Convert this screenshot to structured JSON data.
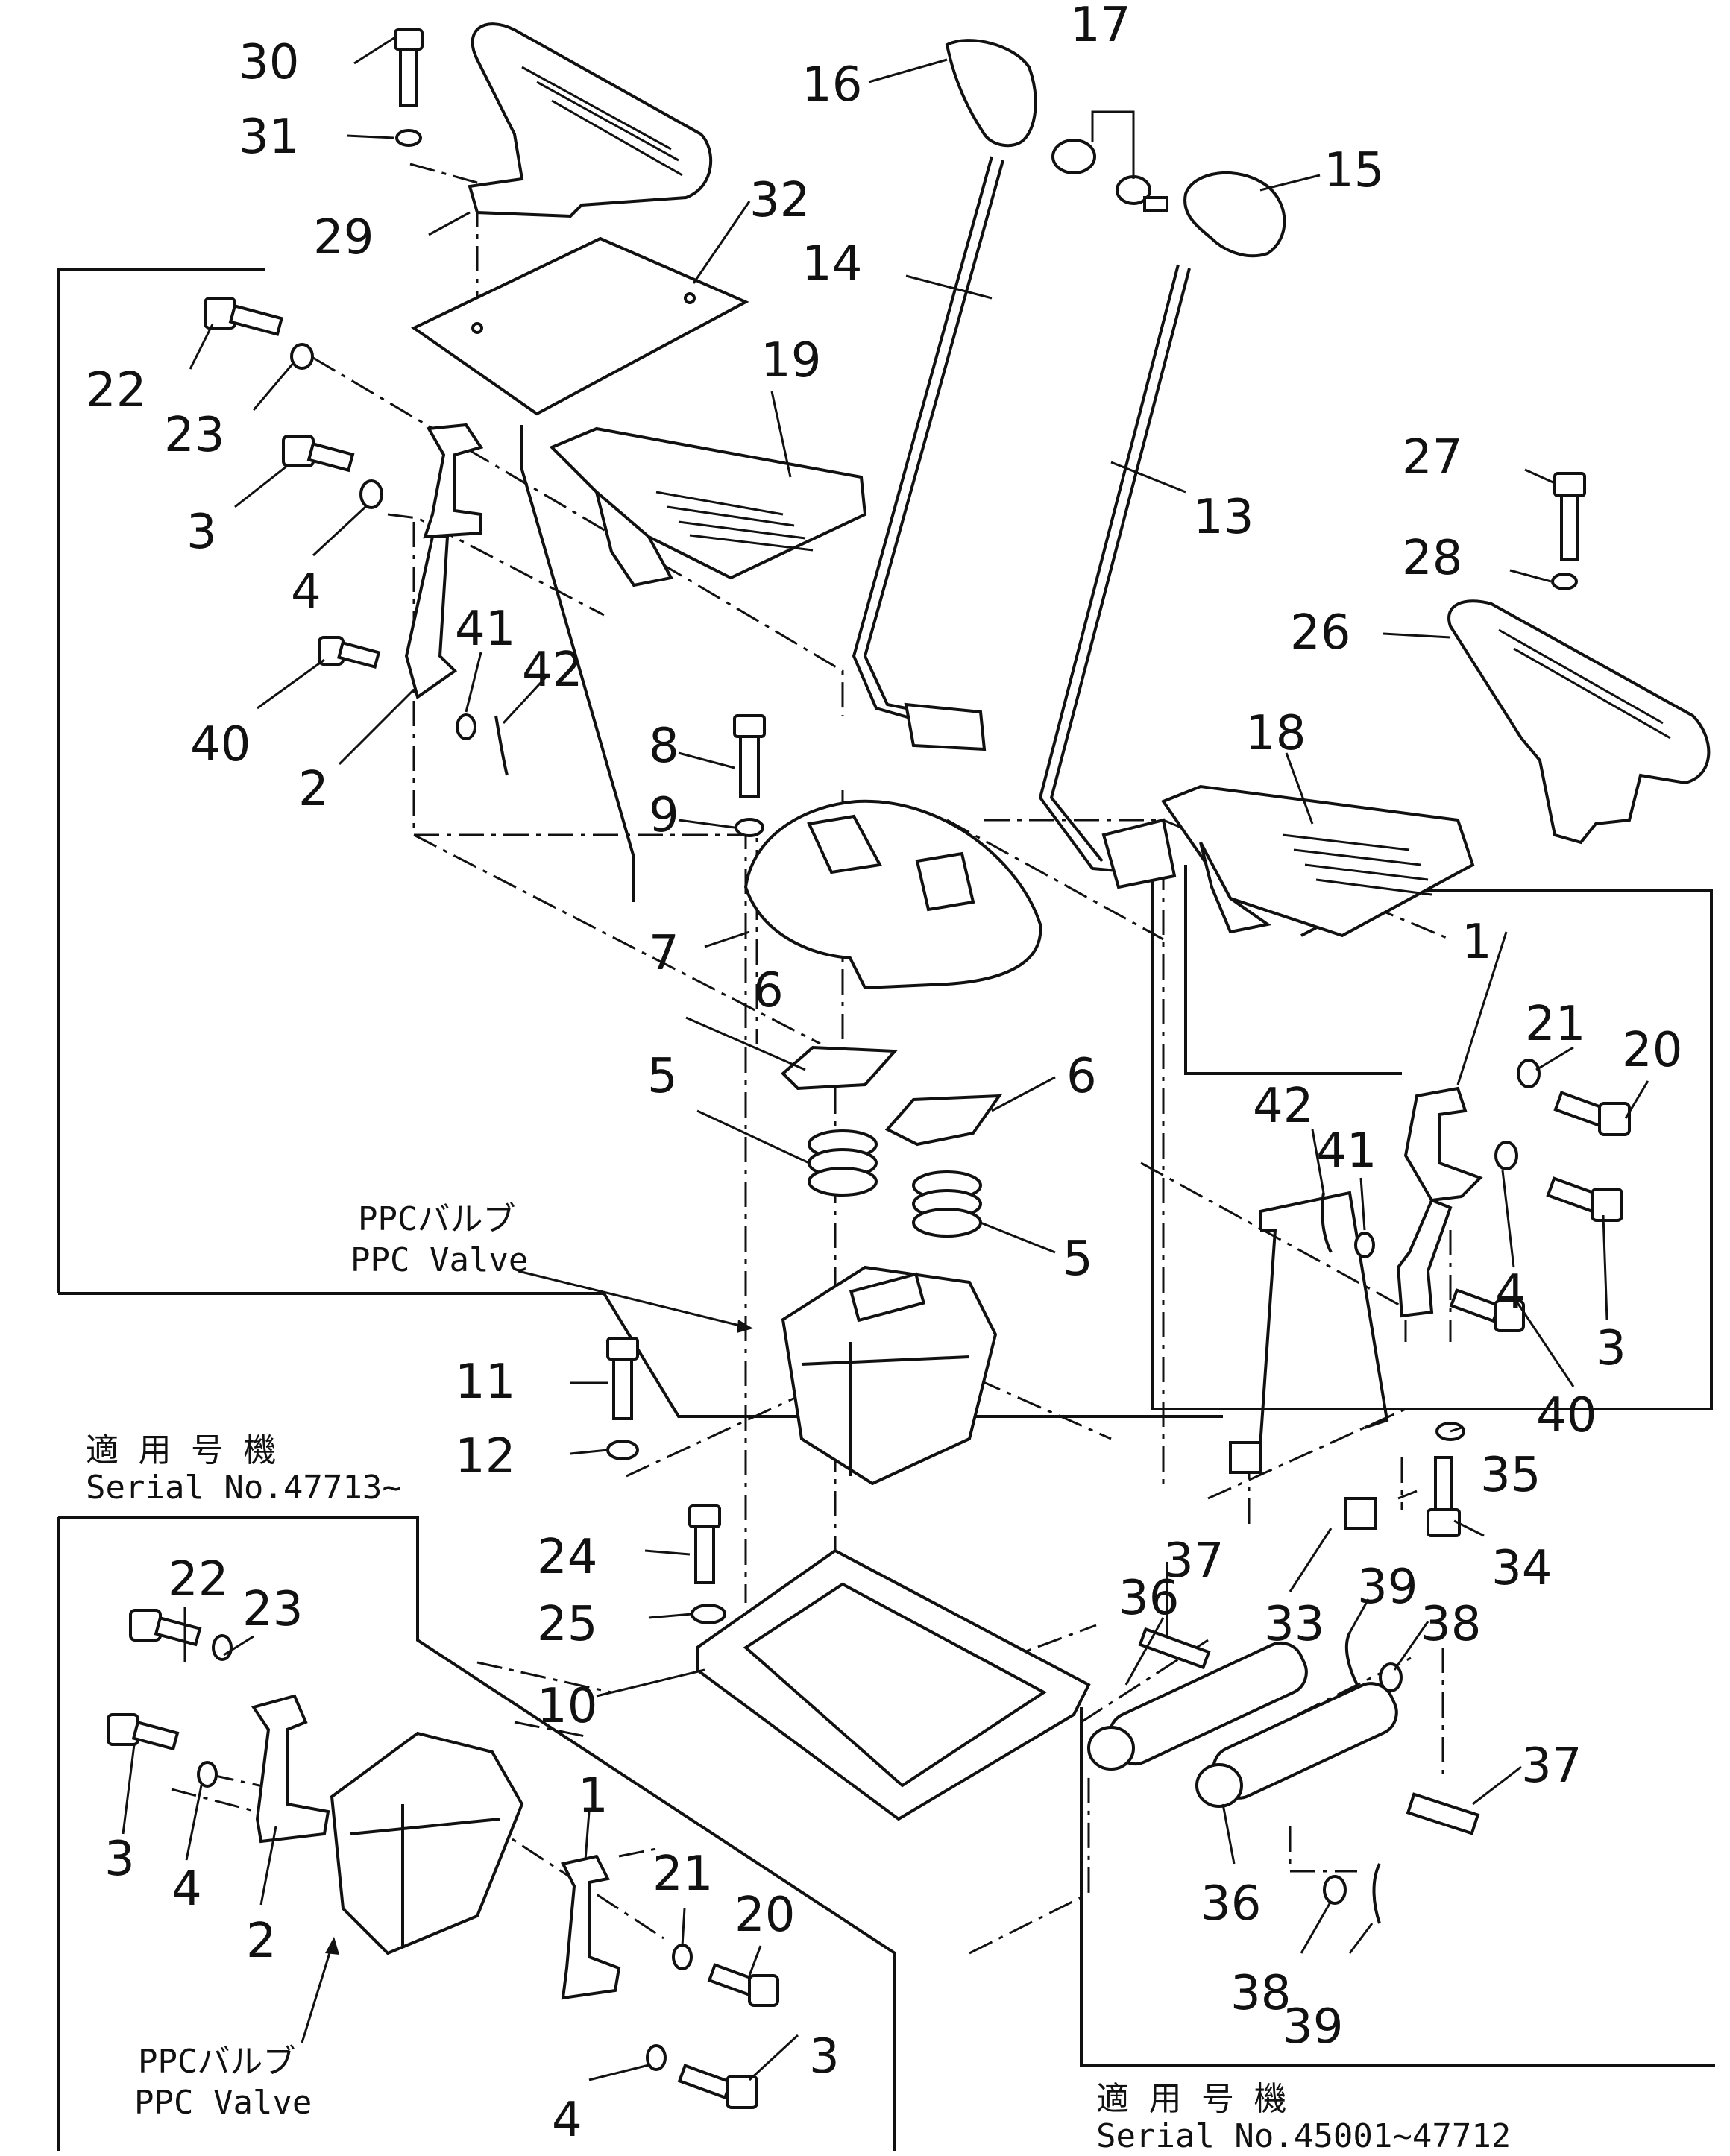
{
  "parts": [
    {
      "number": "1"
    },
    {
      "number": "1"
    },
    {
      "number": "2"
    },
    {
      "number": "2"
    },
    {
      "number": "3"
    },
    {
      "number": "3"
    },
    {
      "number": "3"
    },
    {
      "number": "3"
    },
    {
      "number": "4"
    },
    {
      "number": "4"
    },
    {
      "number": "4"
    },
    {
      "number": "4"
    },
    {
      "number": "5"
    },
    {
      "number": "5"
    },
    {
      "number": "6"
    },
    {
      "number": "6"
    },
    {
      "number": "7"
    },
    {
      "number": "8"
    },
    {
      "number": "9"
    },
    {
      "number": "10"
    },
    {
      "number": "11"
    },
    {
      "number": "12"
    },
    {
      "number": "13"
    },
    {
      "number": "14"
    },
    {
      "number": "15"
    },
    {
      "number": "16"
    },
    {
      "number": "17"
    },
    {
      "number": "18"
    },
    {
      "number": "19"
    },
    {
      "number": "20"
    },
    {
      "number": "20"
    },
    {
      "number": "21"
    },
    {
      "number": "21"
    },
    {
      "number": "22"
    },
    {
      "number": "22"
    },
    {
      "number": "23"
    },
    {
      "number": "23"
    },
    {
      "number": "24"
    },
    {
      "number": "25"
    },
    {
      "number": "26"
    },
    {
      "number": "27"
    },
    {
      "number": "28"
    },
    {
      "number": "29"
    },
    {
      "number": "30"
    },
    {
      "number": "31"
    },
    {
      "number": "32"
    },
    {
      "number": "33"
    },
    {
      "number": "34"
    },
    {
      "number": "35"
    },
    {
      "number": "36"
    },
    {
      "number": "36"
    },
    {
      "number": "37"
    },
    {
      "number": "37"
    },
    {
      "number": "38"
    },
    {
      "number": "38"
    },
    {
      "number": "39"
    },
    {
      "number": "39"
    },
    {
      "number": "40"
    },
    {
      "number": "40"
    },
    {
      "number": "41"
    },
    {
      "number": "41"
    },
    {
      "number": "42"
    },
    {
      "number": "42"
    }
  ],
  "callouts": {
    "ppc_valve_main_jp": "PPCバルブ",
    "ppc_valve_main_en": "PPC Valve",
    "ppc_valve_inset_jp": "PPCバルブ",
    "ppc_valve_inset_en": "PPC Valve"
  },
  "serial_notes": {
    "left_jp": "適 用 号 機",
    "left_en": "Serial No.47713~",
    "right_jp": "適 用 号 機",
    "right_en": "Serial No.45001~47712"
  }
}
